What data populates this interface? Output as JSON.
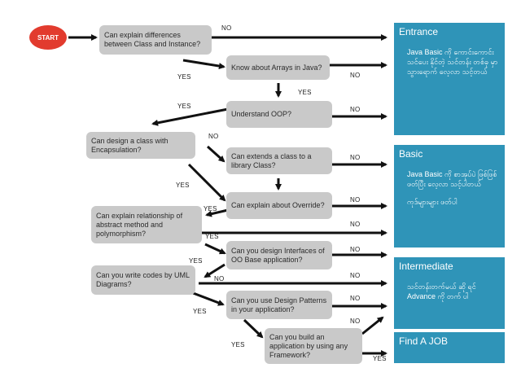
{
  "start": "START",
  "nodes": {
    "class_instance": "Can explain differences between Class and Instance?",
    "arrays": "Know about Arrays in Java?",
    "oop": "Understand OOP?",
    "encapsulation": "Can design a class with Encapsulation?",
    "extends": "Can extends a class to a library Class?",
    "override": "Can explain about Override?",
    "abstract": "Can explain relationship of abstract method and polymorphism?",
    "interfaces": "Can you design Interfaces of OO Base application?",
    "uml": "Can you write codes by UML Diagrams?",
    "patterns": "Can you use Design Patterns in your application?",
    "framework": "Can you build an application by using any Framework?"
  },
  "edge_labels": {
    "yes": "YES",
    "no": "NO"
  },
  "panels": {
    "entrance": {
      "title": "Entrance",
      "body": [
        "Java Basic ကို ကောင်းကောင်း သင်ပေး နိုင်တဲ့ သင်တန်း တစ်ခု မှာ သွားရောက် လေ့လာ သင့်တယ်"
      ]
    },
    "basic": {
      "title": "Basic",
      "body": [
        "Java Basic ကို စာအုပ်ပဲ ဖြစ်ဖြစ် ဖတ်ပြီး လေ့လာ သင့်ပါတယ်",
        "ကုဒ်များများ ဖတ်ပါ"
      ]
    },
    "intermediate": {
      "title": "Intermediate",
      "body": [
        "သင်တန်းတက်မယ် ဆို ရင် Advance ကို တက် ပါ"
      ]
    },
    "job": {
      "title": "Find A JOB",
      "body": []
    }
  },
  "colors": {
    "start": "#e23b2e",
    "node": "#c9c9c9",
    "panel": "#2f94b8",
    "arrow": "#111111"
  }
}
